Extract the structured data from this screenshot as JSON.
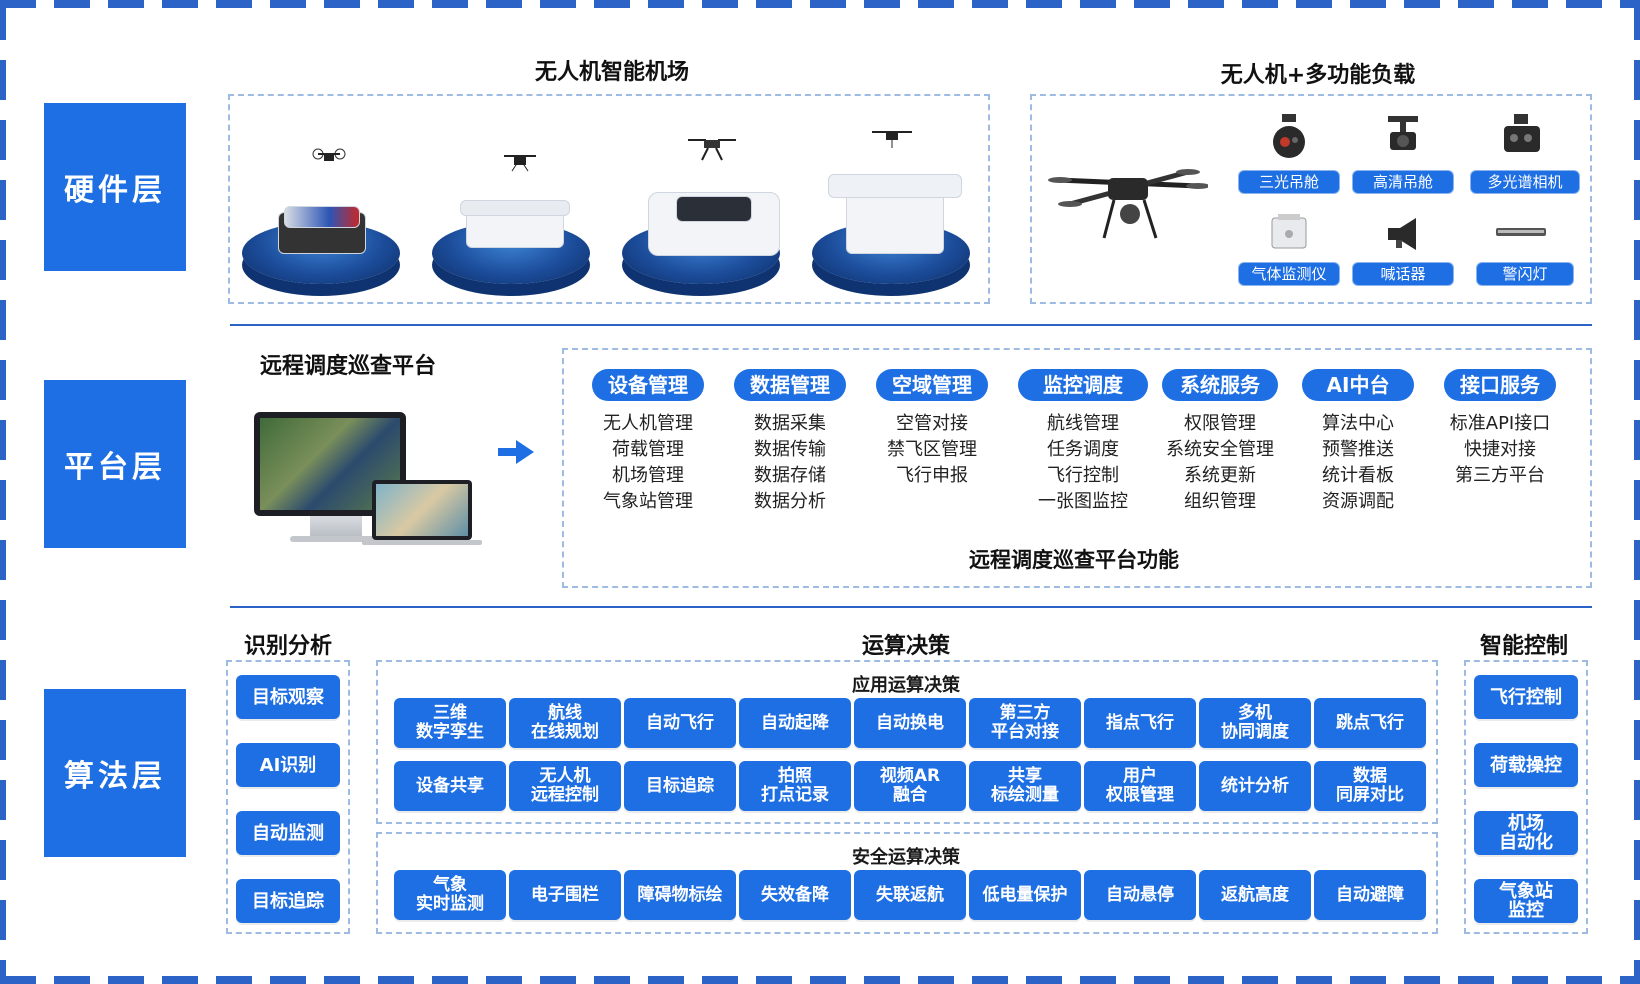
{
  "layers": {
    "hardware": "硬件层",
    "platform": "平台层",
    "algorithm": "算法层"
  },
  "hardware": {
    "airport_title": "无人机智能机场",
    "payload_title": "无人机+多功能负载",
    "payloads": [
      {
        "label": "三光吊舱",
        "icon": "gimbal-camera-icon"
      },
      {
        "label": "高清吊舱",
        "icon": "hd-gimbal-icon"
      },
      {
        "label": "多光谱相机",
        "icon": "multispectral-camera-icon"
      },
      {
        "label": "气体监测仪",
        "icon": "gas-monitor-icon"
      },
      {
        "label": "喊话器",
        "icon": "megaphone-icon"
      },
      {
        "label": "警闪灯",
        "icon": "warning-light-icon"
      }
    ]
  },
  "platform": {
    "title": "远程调度巡查平台",
    "footer": "远程调度巡查平台功能",
    "columns": [
      {
        "header": "设备管理",
        "items": [
          "无人机管理",
          "荷载管理",
          "机场管理",
          "气象站管理"
        ]
      },
      {
        "header": "数据管理",
        "items": [
          "数据采集",
          "数据传输",
          "数据存储",
          "数据分析"
        ]
      },
      {
        "header": "空域管理",
        "items": [
          "空管对接",
          "禁飞区管理",
          "飞行申报"
        ]
      },
      {
        "header": "监控调度",
        "items": [
          "航线管理",
          "任务调度",
          "飞行控制",
          "一张图监控"
        ]
      },
      {
        "header": "系统服务",
        "items": [
          "权限管理",
          "系统安全管理",
          "系统更新",
          "组织管理"
        ]
      },
      {
        "header": "AI中台",
        "items": [
          "算法中心",
          "预警推送",
          "统计看板",
          "资源调配"
        ]
      },
      {
        "header": "接口服务",
        "items": [
          "标准API接口",
          "快捷对接",
          "第三方平台"
        ]
      }
    ]
  },
  "algorithm": {
    "recognition": {
      "title": "识别分析",
      "items": [
        "目标观察",
        "AI识别",
        "自动监测",
        "目标追踪"
      ]
    },
    "decision": {
      "title": "运算决策",
      "app_title": "应用运算决策",
      "app_row1": [
        "三维\n数字孪生",
        "航线\n在线规划",
        "自动飞行",
        "自动起降",
        "自动换电",
        "第三方\n平台对接",
        "指点飞行",
        "多机\n协同调度",
        "跳点飞行"
      ],
      "app_row2": [
        "设备共享",
        "无人机\n远程控制",
        "目标追踪",
        "拍照\n打点记录",
        "视频AR\n融合",
        "共享\n标绘测量",
        "用户\n权限管理",
        "统计分析",
        "数据\n同屏对比"
      ],
      "safety_title": "安全运算决策",
      "safety_row": [
        "气象\n实时监测",
        "电子围栏",
        "障碍物标绘",
        "失效备降",
        "失联返航",
        "低电量保护",
        "自动悬停",
        "返航高度",
        "自动避障"
      ]
    },
    "control": {
      "title": "智能控制",
      "items": [
        "飞行控制",
        "荷载操控",
        "机场\n自动化",
        "气象站\n监控"
      ]
    }
  },
  "colors": {
    "primary": "#1e6fe3",
    "frame": "#2b63c6",
    "dash": "#9dbbe3"
  }
}
